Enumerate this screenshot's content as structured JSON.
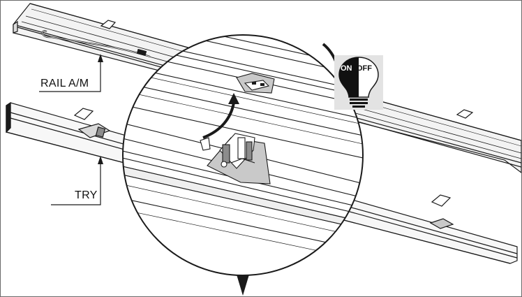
{
  "labels": {
    "rail": "RAIL A/M",
    "try": "TRY"
  },
  "switch_icon": {
    "on": "ON",
    "off": "OFF",
    "icon": "light-bulb-switch-icon"
  },
  "colors": {
    "line": "#1a1a1a",
    "fill_light": "#f4f4f4",
    "fill_mid": "#c9c9c9",
    "fill_dark": "#8c8c8c"
  }
}
